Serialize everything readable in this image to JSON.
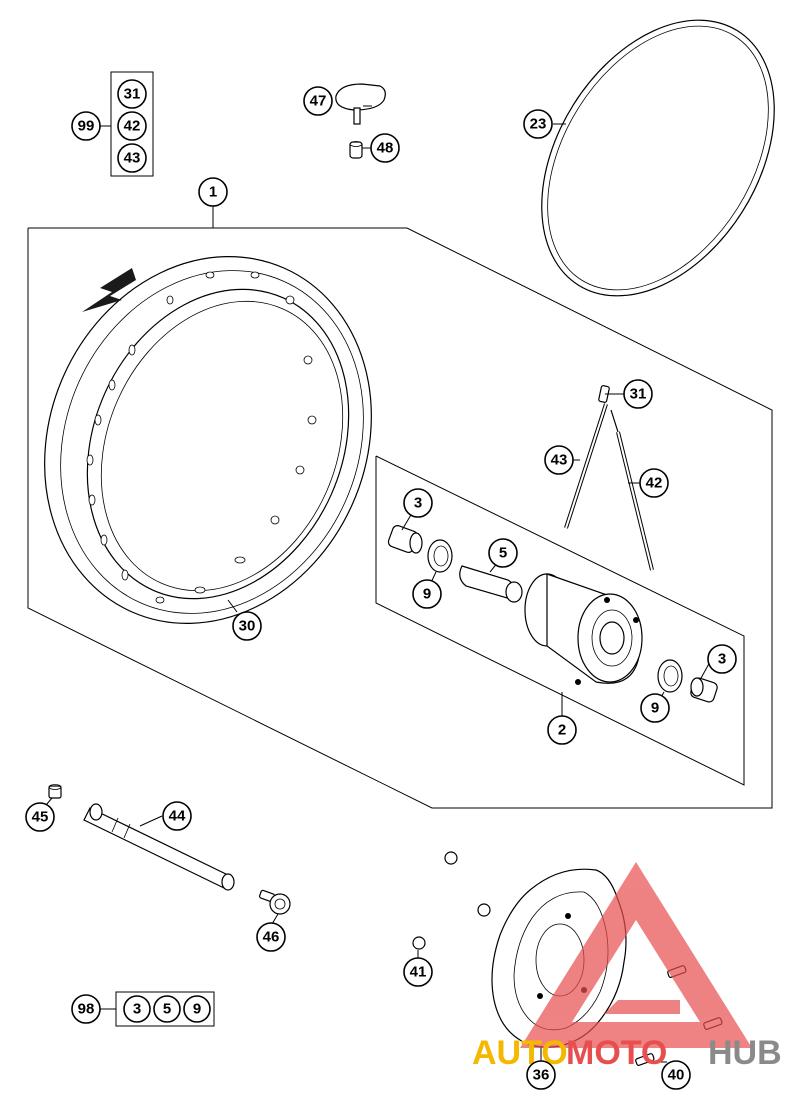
{
  "watermark": {
    "text_auto": "AUTO",
    "text_moto": "MOTO",
    "text_hub": "HUB",
    "colors": {
      "auto": "#f5b800",
      "moto": "#e84e4e",
      "hub": "#8a8a8a",
      "triangle": "#e84e4e"
    }
  },
  "callouts": {
    "c1": "1",
    "c2": "2",
    "c3a": "3",
    "c3b": "3",
    "c5": "5",
    "c9a": "9",
    "c9b": "9",
    "c23": "23",
    "c30": "30",
    "c31_top": "31",
    "c31_spoke": "31",
    "c36": "36",
    "c40": "40",
    "c41": "41",
    "c42_top": "42",
    "c42_spoke": "42",
    "c43_top": "43",
    "c43_spoke": "43",
    "c44": "44",
    "c45": "45",
    "c46": "46",
    "c47": "47",
    "c48": "48",
    "c98": "98",
    "c98_3": "3",
    "c98_5": "5",
    "c98_9": "9",
    "c99": "99"
  }
}
